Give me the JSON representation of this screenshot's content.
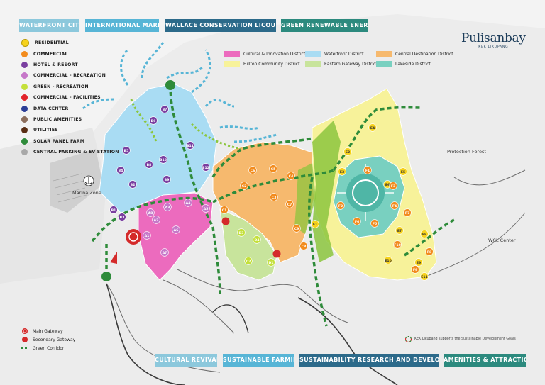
{
  "top_tags": [
    {
      "label": "WATERFRONT CITY",
      "color": "#8cc8dc"
    },
    {
      "label": "INTERNATIONAL MARINA",
      "color": "#57b5d6"
    },
    {
      "label": "WALLACE CONSERVATION LICOUPANS",
      "color": "#2c6a8a"
    },
    {
      "label": "GREEN RENEWABLE ENERGY",
      "color": "#2c8a7e"
    }
  ],
  "bottom_tags": [
    {
      "label": "CULTURAL REVIVAL",
      "color": "#8cc8dc"
    },
    {
      "label": "SUSTAINABLE FARMING",
      "color": "#57b5d6"
    },
    {
      "label": "SUSTAINABILITY RESEARCH AND DEVELOPMENT",
      "color": "#2c6a8a"
    },
    {
      "label": "AMENITIES & ATTRACTIONS",
      "color": "#2c8a7e"
    }
  ],
  "brand": {
    "name": "Pulisanbay",
    "subtitle": "KEK LIKUPANG"
  },
  "legend_left": [
    {
      "label": "RESIDENTIAL",
      "color": "#f6d21c"
    },
    {
      "label": "COMMERCIAL",
      "color": "#f28c1e"
    },
    {
      "label": "HOTEL & RESORT",
      "color": "#7a3fa0"
    },
    {
      "label": "COMMERCIAL - RECREATION",
      "color": "#c678c9"
    },
    {
      "label": "GREEN - RECREATION",
      "color": "#c4e03a"
    },
    {
      "label": "COMMERCIAL - FACILITIES",
      "color": "#e2232a"
    },
    {
      "label": "DATA CENTER",
      "color": "#2c3e96"
    },
    {
      "label": "PUBLIC AMENITIES",
      "color": "#8c6e5c"
    },
    {
      "label": "UTILITIES",
      "color": "#5a2e14"
    },
    {
      "label": "SOLAR PANEL FARM",
      "color": "#2e8b3a"
    },
    {
      "label": "CENTRAL PARKING & EV STATION",
      "color": "#a8a8a8"
    }
  ],
  "legend_districts": [
    {
      "label": "Cultural & Innovation District",
      "color": "#ec6bbe"
    },
    {
      "label": "Waterfront District",
      "color": "#a9dcf3"
    },
    {
      "label": "Central Destination District",
      "color": "#f6b96e"
    },
    {
      "label": "Hilltop Community District",
      "color": "#f7f29a"
    },
    {
      "label": "Eastern Gateway District",
      "color": "#c8e49c"
    },
    {
      "label": "Lakeside District",
      "color": "#79d0c0"
    }
  ],
  "places": {
    "marina_zone": "Marina Zone",
    "protection_forest": "Protection Forest",
    "wcl_center": "WCL Center"
  },
  "gateway_legend": [
    {
      "label": "Main Gateway",
      "kind": "main",
      "color": "#d42a2a"
    },
    {
      "label": "Secondary Gateway",
      "kind": "secondary",
      "color": "#d42a2a"
    },
    {
      "label": "Green Corridor",
      "kind": "corridor",
      "color": "#2e8b3a"
    }
  ],
  "sdg_note": "KEK Likupang supports the Sustainable Development Goals",
  "plot_labels": [
    "B1",
    "B2",
    "B3",
    "B4",
    "B5",
    "B6",
    "B7",
    "B8",
    "B9",
    "B10",
    "B11",
    "B12",
    "A1",
    "A2",
    "A3",
    "A4",
    "A5",
    "A6",
    "A7",
    "A8",
    "C1",
    "C2",
    "C3",
    "C4",
    "C5",
    "C6",
    "C7",
    "C8",
    "C9",
    "D1",
    "D2",
    "D3",
    "D4",
    "E1",
    "E2",
    "E3",
    "E4",
    "E5",
    "E6",
    "E7",
    "E8",
    "E9",
    "E10",
    "E11",
    "F1",
    "F2",
    "F3",
    "F4",
    "F5",
    "F6",
    "F7",
    "F8",
    "F9",
    "F10"
  ]
}
